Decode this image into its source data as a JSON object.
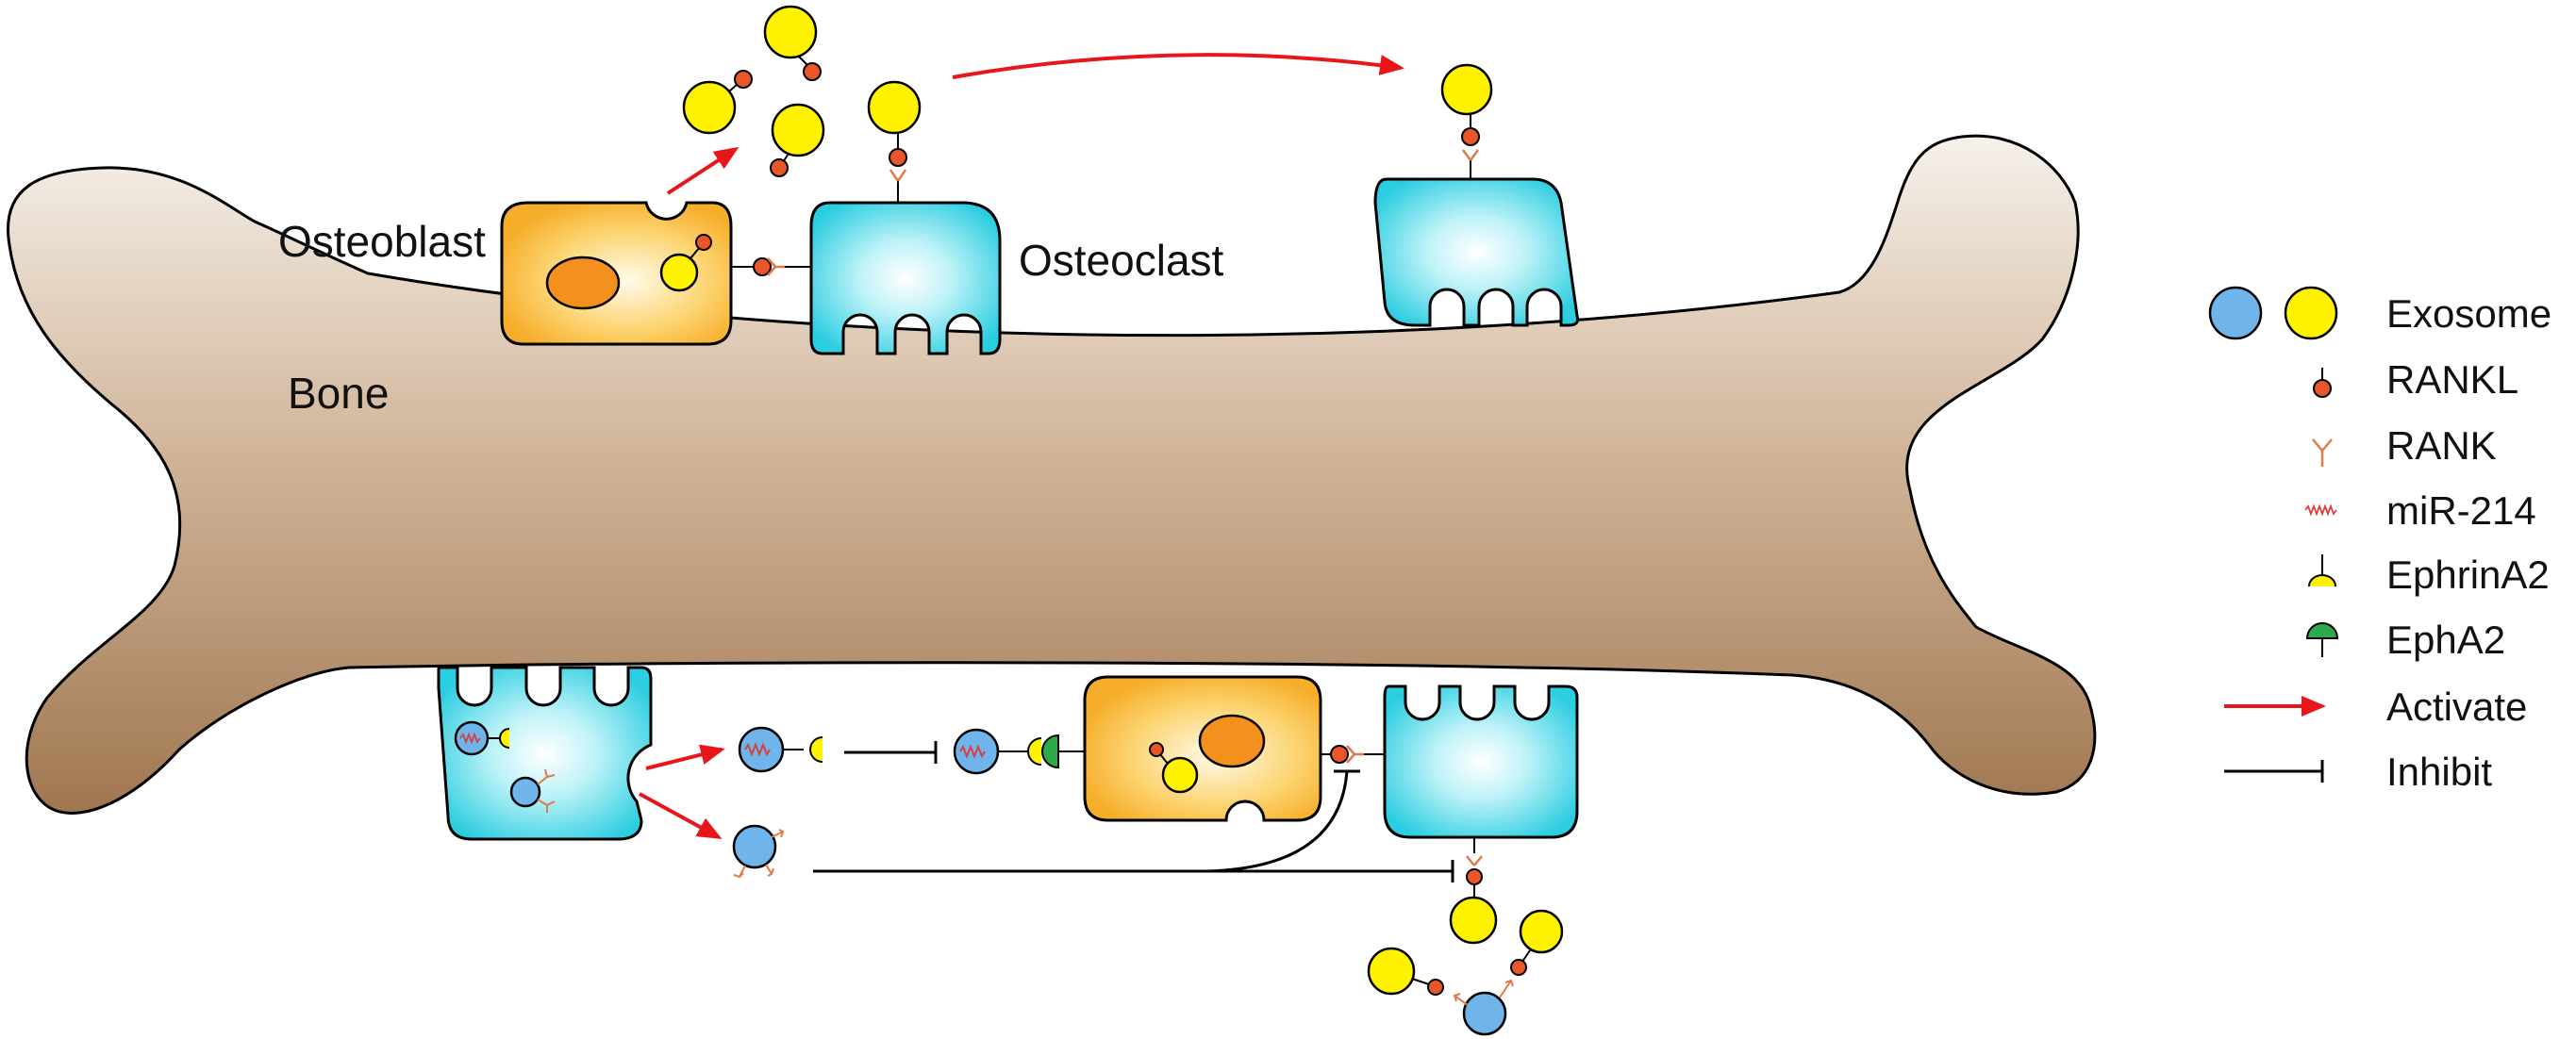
{
  "labels": {
    "osteoblast": "Osteoblast",
    "osteoclast": "Osteoclast",
    "bone": "Bone"
  },
  "legend": {
    "items": [
      {
        "icon": "exosome-icon",
        "label": "Exosome"
      },
      {
        "icon": "rankl-icon",
        "label": "RANKL"
      },
      {
        "icon": "rank-icon",
        "label": "RANK"
      },
      {
        "icon": "mir214-icon",
        "label": "miR-214"
      },
      {
        "icon": "ephrina2-icon",
        "label": "EphrinA2"
      },
      {
        "icon": "epha2-icon",
        "label": "EphA2"
      },
      {
        "icon": "activate-arrow-icon",
        "label": "Activate"
      },
      {
        "icon": "inhibit-bar-icon",
        "label": "Inhibit"
      }
    ]
  },
  "colors": {
    "exosome_blue": "#6fb4ea",
    "exosome_yellow": "#fff200",
    "rankl": "#e8562a",
    "rank": "#e07a4a",
    "activate": "#e8161b",
    "inhibit": "#111111",
    "epha2": "#2eaa4a",
    "osteoblast": "#f7b733",
    "osteoclast": "#37d3e4",
    "bone_top": "#f3ede6",
    "bone_bottom": "#a67a54"
  }
}
